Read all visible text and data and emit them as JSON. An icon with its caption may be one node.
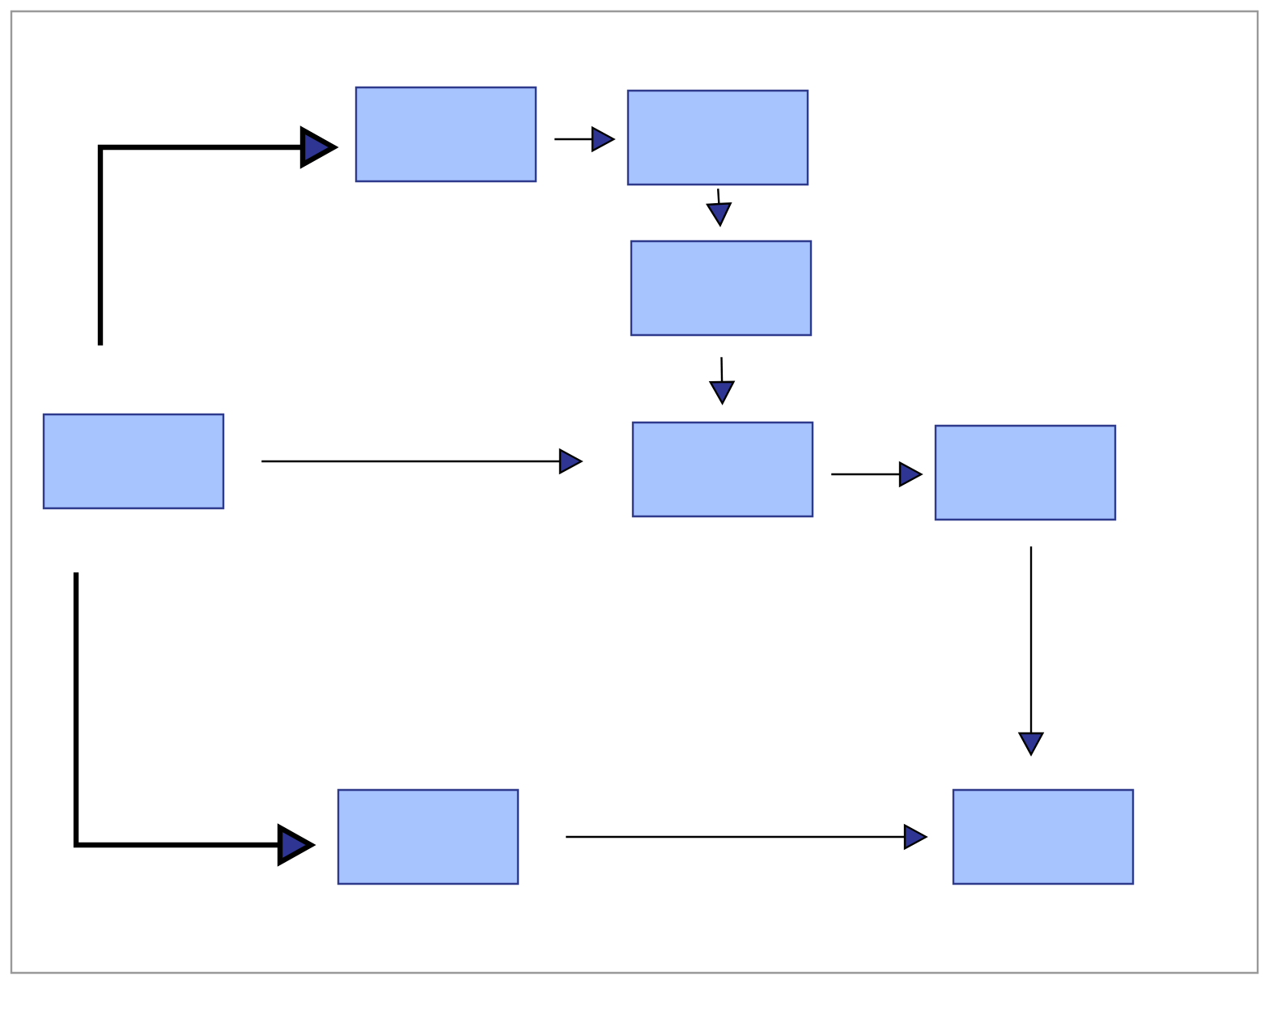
{
  "diagram": {
    "nodes": [
      {
        "text": [],
        "shape": "box"
      },
      {
        "text": [],
        "shape": "box"
      },
      {
        "text": [],
        "shape": "box"
      },
      {
        "text": [],
        "shape": "box"
      },
      {
        "text": [],
        "shape": "box"
      },
      {
        "text": [],
        "shape": "box"
      },
      {
        "text": [],
        "shape": "box"
      },
      {
        "text": [],
        "shape": "box"
      }
    ],
    "edges": [
      {
        "from": 3,
        "to": 0,
        "arrow": "to",
        "style": "thick"
      },
      {
        "from": 0,
        "to": 1,
        "arrow": "to"
      },
      {
        "from": 1,
        "to": 2,
        "arrow": "to"
      },
      {
        "from": 2,
        "to": 4,
        "arrow": "to"
      },
      {
        "from": 3,
        "to": 4,
        "arrow": "to"
      },
      {
        "from": 4,
        "to": 5,
        "arrow": "to"
      },
      {
        "from": 5,
        "to": 7,
        "arrow": "to"
      },
      {
        "from": 3,
        "to": 6,
        "arrow": "to",
        "style": "thick"
      },
      {
        "from": 6,
        "to": 7,
        "arrow": "to"
      }
    ]
  }
}
